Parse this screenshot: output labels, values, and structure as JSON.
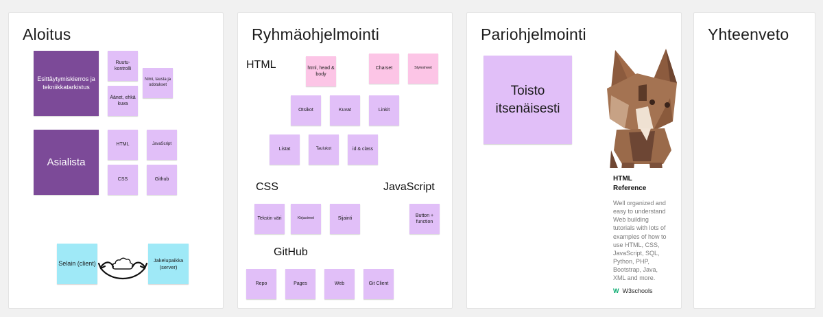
{
  "frames": [
    {
      "title": "Aloitus"
    },
    {
      "title": "Ryhmäohjelmointi"
    },
    {
      "title": "Pariohjelmointi"
    },
    {
      "title": "Yhteenveto"
    }
  ],
  "aloitus": {
    "intro_note": "Esittäytymiskierros ja tekniikkatarkistus",
    "agenda_note": "Asialista",
    "side_notes": [
      "Ruutu-kontrolli",
      "Äänet, ehkä kuva",
      "Nimi, tausta ja odotukset"
    ],
    "topic_notes": [
      "HTML",
      "JavaScript",
      "CSS",
      "Github"
    ],
    "diagram": {
      "browser": "Selain (client)",
      "server": "Jakelupaikka (server)",
      "cloud_icon": "cloud-icon",
      "arrow_icon": "double-arrow-icon"
    }
  },
  "ryhma": {
    "html_label": "HTML",
    "html_notes": [
      "html, head & body",
      "Charset",
      "Stylesheet",
      "Otsikot",
      "Kuvat",
      "Linkit",
      "Listat",
      "Taulukot",
      "id & class"
    ],
    "css_label": "CSS",
    "css_notes": [
      "Tekstin väri",
      "Kirjasimet",
      "Sijainti"
    ],
    "js_label": "JavaScript",
    "js_notes": [
      "Button + function"
    ],
    "github_label": "GitHub",
    "github_notes": [
      "Repo",
      "Pages",
      "Web",
      "Git Client"
    ]
  },
  "pari": {
    "note": "Toisto itsenäisesti",
    "card": {
      "title": "HTML Reference",
      "description": "Well organized and easy to understand Web building tutorials with lots of examples of how to use HTML, CSS, JavaScript, SQL, Python, PHP, Bootstrap, Java, XML and more.",
      "site": "W3schools",
      "site_icon": "w3schools-logo-icon",
      "image": "lynx-mascot-icon"
    }
  },
  "colors": {
    "lavender": "#e1bff8",
    "pink": "#fcc5e6",
    "purple": "#7c4a98",
    "cyan": "#9fe9f7",
    "w3_green": "#04aa6d"
  }
}
